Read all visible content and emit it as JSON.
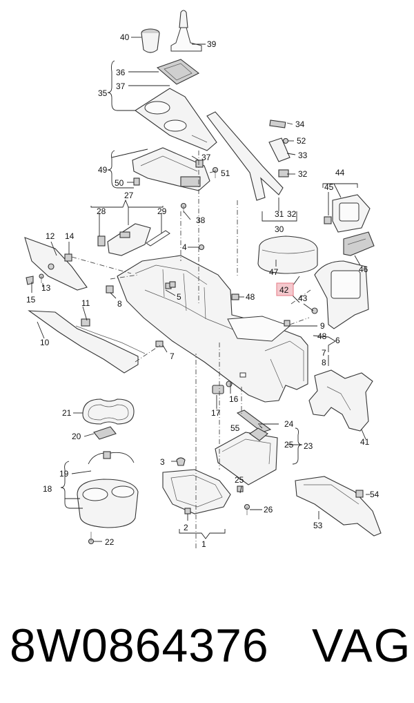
{
  "labels": {
    "l1": "1",
    "l2": "2",
    "l3": "3",
    "l4": "4",
    "l5": "5",
    "l6": "6",
    "l7a": "7",
    "l7b": "7",
    "l8a": "8",
    "l8b": "8",
    "l9": "9",
    "l10": "10",
    "l11": "11",
    "l12": "12",
    "l13": "13",
    "l14": "14",
    "l15": "15",
    "l16": "16",
    "l17": "17",
    "l18": "18",
    "l19": "19",
    "l20": "20",
    "l21": "21",
    "l22": "22",
    "l23": "23",
    "l24": "24",
    "l25a": "25",
    "l25b": "25",
    "l26": "26",
    "l27": "27",
    "l28": "28",
    "l29": "29",
    "l30": "30",
    "l31": "31",
    "l32a": "32",
    "l32b": "32",
    "l33": "33",
    "l34": "34",
    "l35": "35",
    "l36": "36",
    "l37a": "37",
    "l37b": "37",
    "l38": "38",
    "l39": "39",
    "l40": "40",
    "l41": "41",
    "l42": "42",
    "l43": "43",
    "l44": "44",
    "l45": "45",
    "l46": "46",
    "l47": "47",
    "l48a": "48",
    "l48b": "48",
    "l49": "49",
    "l50": "50",
    "l51": "51",
    "l52": "52",
    "l53": "53",
    "l54": "54",
    "l55": "55"
  },
  "highlight_color": "#e88a94",
  "footer": {
    "part_number": "8W0864376",
    "brand": "VAG"
  }
}
